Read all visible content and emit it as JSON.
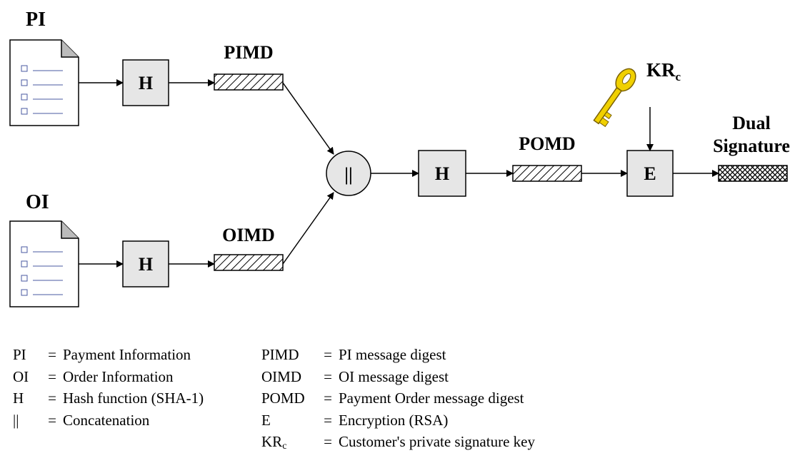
{
  "diagram": {
    "pi_title": "PI",
    "oi_title": "OI",
    "hash_label": "H",
    "concat_label": "||",
    "encrypt_label": "E",
    "pimd_label": "PIMD",
    "oimd_label": "OIMD",
    "pomd_label": "POMD",
    "key_label_main": "KR",
    "key_label_sub": "c",
    "dual_line1": "Dual",
    "dual_line2": "Signature"
  },
  "legend_left": [
    {
      "abbr": "PI",
      "eq": "=",
      "desc": "Payment Information"
    },
    {
      "abbr": "OI",
      "eq": "=",
      "desc": "Order Information"
    },
    {
      "abbr": "H",
      "eq": "=",
      "desc": "Hash function (SHA-1)"
    },
    {
      "abbr": "||",
      "eq": "=",
      "desc": "Concatenation"
    }
  ],
  "legend_right": [
    {
      "abbr": "PIMD",
      "eq": "=",
      "desc": "PI message digest"
    },
    {
      "abbr": "OIMD",
      "eq": "=",
      "desc": "OI message digest"
    },
    {
      "abbr": "POMD",
      "eq": "=",
      "desc": "Payment Order message digest"
    },
    {
      "abbr": "E",
      "eq": "=",
      "desc": "Encryption (RSA)"
    },
    {
      "abbr": "KR",
      "abbr_sub": "c",
      "eq": "=",
      "desc": "Customer's private signature key"
    }
  ],
  "colors": {
    "box_fill": "#e6e6e6",
    "key_gold": "#f0d000"
  }
}
